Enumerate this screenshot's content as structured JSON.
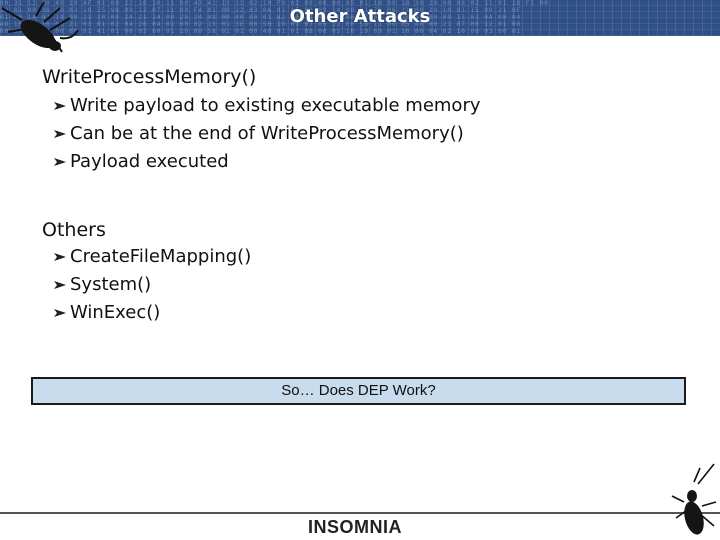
{
  "slide": {
    "title": "Other Attacks"
  },
  "sections": [
    {
      "heading": "WriteProcessMemory()",
      "bullets": [
        "Write payload to existing executable memory",
        "Can be at the end of WriteProcessMemory()",
        "Payload executed"
      ]
    },
    {
      "heading": "Others",
      "bullets": [
        "CreateFileMapping()",
        "System()",
        "WinExec()"
      ]
    }
  ],
  "callout": {
    "text": "So… Does DEP Work?"
  },
  "footer": {
    "logo_text": "INSOMNIA"
  },
  "icons": {
    "bullet": "arrow-bullet-icon",
    "decoration": "cockroach-icon"
  },
  "colors": {
    "header_bg": "#2f4f86",
    "callout_bg": "#c8dcee",
    "text": "#111111"
  }
}
